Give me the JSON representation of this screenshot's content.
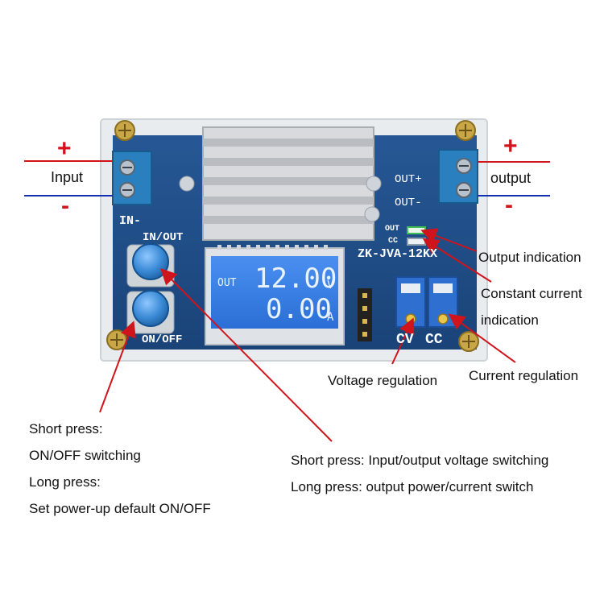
{
  "terminals": {
    "input_label": "Input",
    "output_label": "output",
    "plus": "+",
    "minus": "-"
  },
  "board": {
    "in_minus": "IN-",
    "out_plus": "OUT+",
    "out_minus": "OUT-",
    "in_out_button": "IN/OUT",
    "on_off_button": "ON/OFF",
    "led_out": "OUT",
    "led_cc": "CC",
    "model": "ZK-JVA-12KX",
    "cv": "CV",
    "cc": "CC"
  },
  "display": {
    "mode": "OUT",
    "voltage": "12.00",
    "voltage_unit": "V",
    "current": "0.00",
    "current_unit": "A"
  },
  "annotations": {
    "output_indication": "Output indication",
    "constant_current_1": "Constant current",
    "constant_current_2": "indication",
    "voltage_regulation": "Voltage regulation",
    "current_regulation": "Current regulation",
    "onoff_1": "Short press:",
    "onoff_2": "ON/OFF switching",
    "onoff_3": "Long press:",
    "onoff_4": "Set power-up default ON/OFF",
    "inout_1": "Short press: Input/output voltage switching",
    "inout_2": "Long press: output power/current switch"
  },
  "colors": {
    "pcb": "#1f4f8a",
    "lcd": "#3a7fe0",
    "arrow": "#d0141c",
    "terminal": "#2a7fbf",
    "button": "#3d8fd8"
  }
}
